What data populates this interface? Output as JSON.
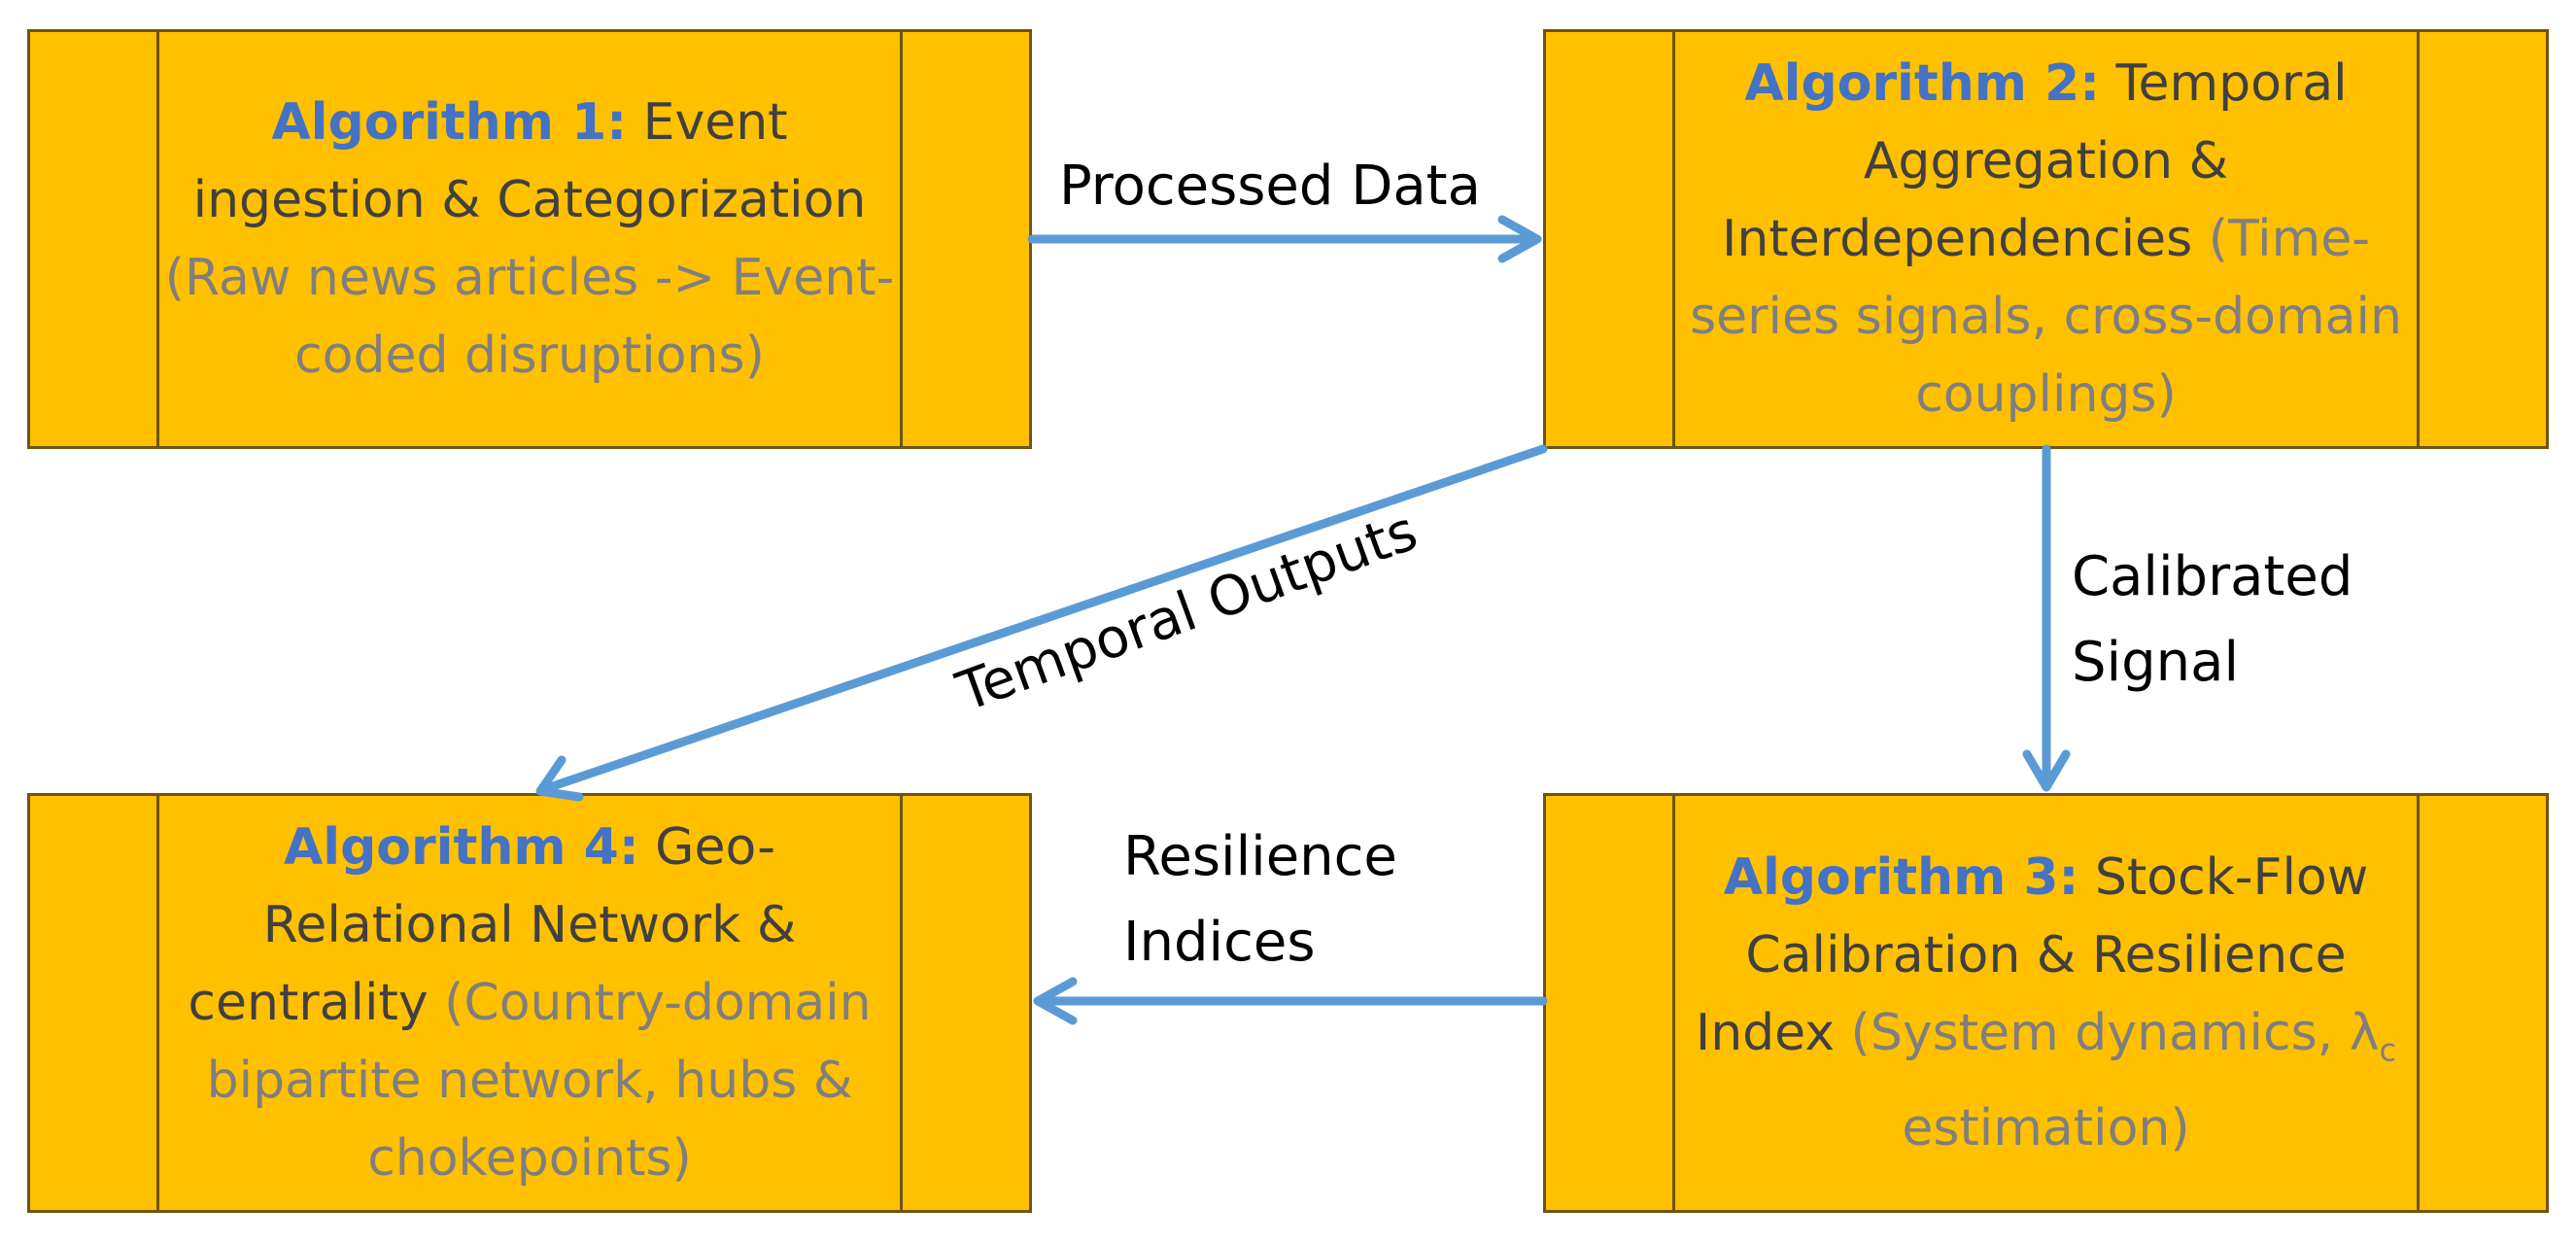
{
  "colors": {
    "box_fill": "#FFC000",
    "box_border": "#6E5410",
    "arrow": "#5B9BD5",
    "algorithm_label": "#4472C4",
    "io_text": "#7F7F7F"
  },
  "boxes": {
    "alg1": {
      "label": "Algorithm 1:",
      "title": " Event ingestion & Categorization",
      "io": "(Raw news articles -> Event-coded disruptions)"
    },
    "alg2": {
      "label": "Algorithm 2:",
      "title": " Temporal Aggregation & Interdependencies",
      "io": " (Time-series signals, cross-domain couplings)"
    },
    "alg3": {
      "label": "Algorithm 3:",
      "title": " Stock-Flow Calibration & Resilience Index",
      "io_before": " (System dynamics, λ",
      "io_sub": "c",
      "io_after": " estimation)"
    },
    "alg4": {
      "label": "Algorithm 4:",
      "title": " Geo-Relational Network & centrality",
      "io": " (Country-domain bipartite network, hubs & chokepoints)"
    }
  },
  "edges": {
    "processed_data": "Processed Data",
    "temporal_outputs": "Temporal Outputs",
    "calibrated_signal_1": "Calibrated",
    "calibrated_signal_2": "Signal",
    "resilience_indices_1": "Resilience",
    "resilience_indices_2": "Indices"
  }
}
